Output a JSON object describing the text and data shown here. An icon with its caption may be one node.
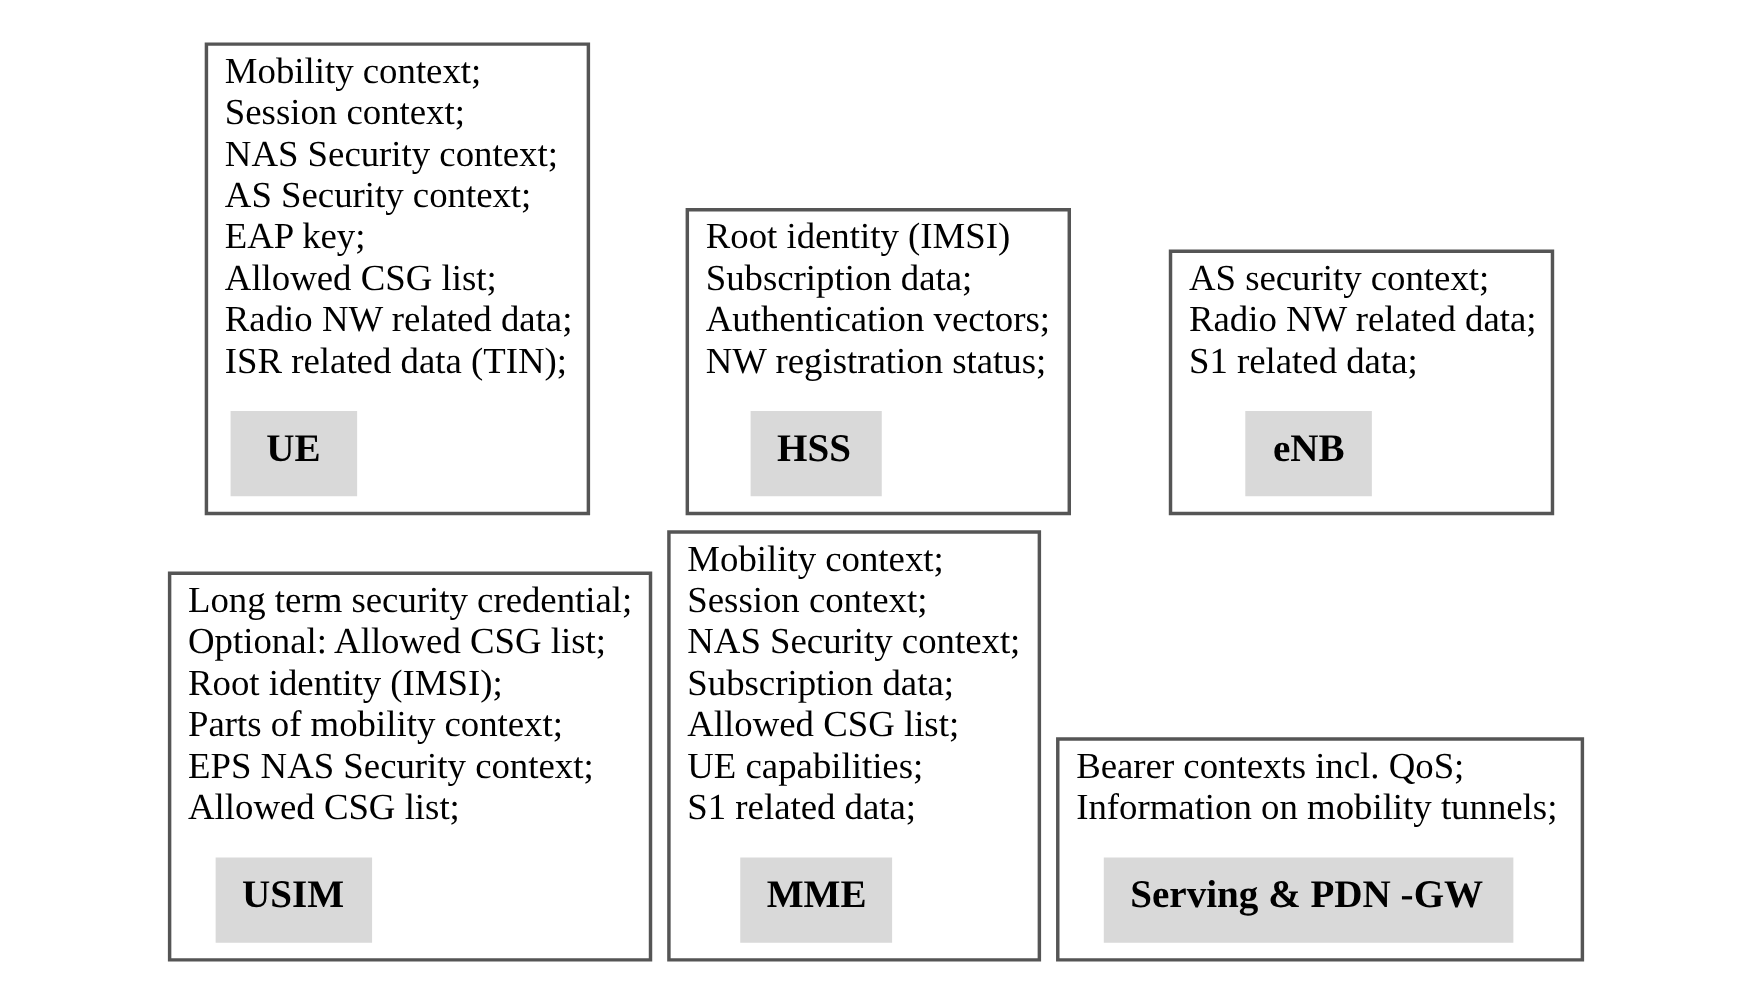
{
  "diagram": {
    "nodes": [
      {
        "text": [
          "Mobility context;",
          "Session context;",
          "NAS Security context;",
          "AS Security context;",
          "EAP key;",
          "Allowed CSG list;",
          "Radio NW related data;",
          "ISR related data (TIN);"
        ]
      },
      {
        "text": [
          "UE"
        ],
        "in": 0
      },
      {
        "text": [
          "Root identity (IMSI)",
          "Subscription data;",
          "Authentication vectors;",
          "NW registration status;"
        ]
      },
      {
        "text": [
          "HSS"
        ],
        "in": 2
      },
      {
        "text": [
          "AS security context;",
          "Radio NW related data;",
          "S1 related data;"
        ]
      },
      {
        "text": [
          "eNB"
        ],
        "in": 4
      },
      {
        "text": [
          "Mobility context;",
          "Session context;",
          "NAS Security context;",
          "Subscription data;",
          "Allowed CSG list;",
          "UE capabilities;",
          "S1 related data;"
        ]
      },
      {
        "text": [
          "MME"
        ],
        "in": 6
      },
      {
        "text": [
          "Long term security credential;",
          "Optional: Allowed CSG list;",
          "Root identity (IMSI);",
          "Parts of mobility context;",
          "EPS NAS Security context;",
          "Allowed CSG list;"
        ]
      },
      {
        "text": [
          "USIM"
        ],
        "in": 8
      },
      {
        "text": [
          "Bearer contexts incl. QoS;",
          "Information on mobility tunnels;"
        ]
      },
      {
        "text": [
          "Serving & PDN -GW"
        ],
        "in": 10
      }
    ]
  }
}
